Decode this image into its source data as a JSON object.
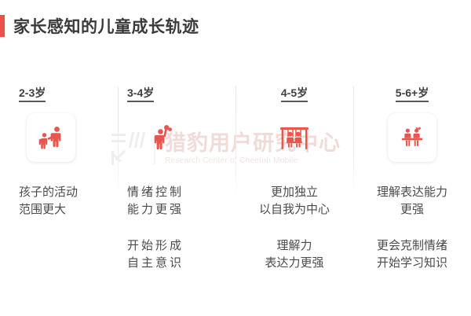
{
  "header": {
    "title": "家长感知的儿童成长轨迹",
    "accent_color": "#ee4f4a"
  },
  "watermark": {
    "cn": "猎豹用户研究中心",
    "en": "Research Center of Cheetah Mobile"
  },
  "columns": [
    {
      "age": "2-3岁",
      "icon": "parent-child-walking-icon",
      "block_a": [
        "孩子的活动",
        "范围更大"
      ],
      "block_b": [
        "",
        ""
      ]
    },
    {
      "age": "3-4岁",
      "icon": "child-raising-hand-icon",
      "block_a": [
        "情绪控制",
        "能力更强"
      ],
      "block_b": [
        "开始形成",
        "自主意识"
      ]
    },
    {
      "age": "4-5岁",
      "icon": "children-on-swings-icon",
      "block_a": [
        "更加独立",
        "以自我为中心"
      ],
      "block_b": [
        "理解力",
        "表达力更强"
      ]
    },
    {
      "age": "5-6+岁",
      "icon": "children-at-desk-icon",
      "block_a": [
        "理解表达能力",
        "更强"
      ],
      "block_b": [
        "更会克制情绪",
        "开始学习知识"
      ]
    }
  ],
  "theme": {
    "icon_color": "#e8574f",
    "text_color": "#4b4b4b"
  }
}
